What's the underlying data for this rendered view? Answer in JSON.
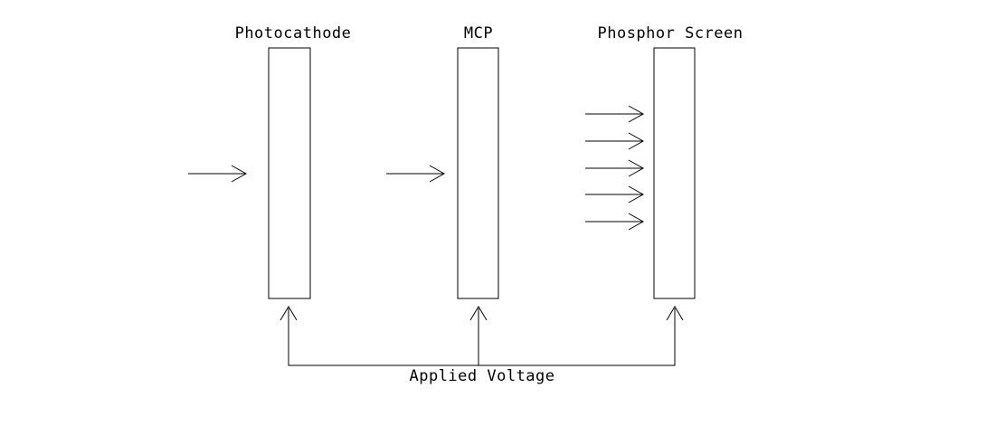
{
  "diagram": {
    "labels": {
      "photocathode": "Photocathode",
      "mcp": "MCP",
      "phosphor_screen": "Phosphor Screen",
      "applied_voltage": "Applied Voltage"
    },
    "colors": {
      "stroke": "#000000",
      "background": "#ffffff"
    }
  }
}
